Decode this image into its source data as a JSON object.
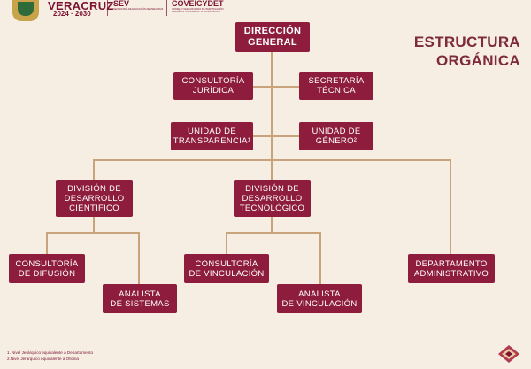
{
  "header": {
    "state_name": "VERACRUZ",
    "years": "2024 · 2030",
    "sev_name": "SEV",
    "sev_subtitle": "SECRETARÍA DE EDUCACIÓN DE VERACRUZ",
    "coveicydet_name": "COVEICYDET",
    "coveicydet_subtitle": "CONSEJO VERACRUZANO DE INVESTIGACIÓN CIENTÍFICA Y DESARROLLO TECNOLÓGICO"
  },
  "title": {
    "line1": "ESTRUCTURA",
    "line2": "ORGÁNICA"
  },
  "nodes": {
    "direccion_general": [
      "DIRECCIÓN",
      "GENERAL"
    ],
    "consultoria_juridica": [
      "CONSULTORÍA",
      "JURÍDICA"
    ],
    "secretaria_tecnica": [
      "SECRETARÍA",
      "TÉCNICA"
    ],
    "unidad_transparencia": [
      "UNIDAD DE",
      "TRANSPARENCIA¹"
    ],
    "unidad_genero": [
      "UNIDAD DE",
      "GÉNERO²"
    ],
    "division_cientifico": [
      "DIVISIÓN DE",
      "DESARROLLO",
      "CIENTÍFICO"
    ],
    "division_tecnologico": [
      "DIVISIÓN DE",
      "DESARROLLO",
      "TECNOLÓGICO"
    ],
    "consultoria_difusion": [
      "CONSULTORÍA",
      "DE DIFUSIÓN"
    ],
    "analista_sistemas": [
      "ANALISTA",
      "DE SISTEMAS"
    ],
    "consultoria_vinculacion": [
      "CONSULTORÍA",
      "DE VINCULACIÓN"
    ],
    "analista_vinculacion": [
      "ANALISTA",
      "DE VINCULACIÓN"
    ],
    "departamento_administrativo": [
      "DEPARTAMENTO",
      "ADMINISTRATIVO"
    ]
  },
  "footnotes": [
    "1. Nivel Jerárquico equivalente a Departamento",
    "2.Nivel Jerárquico equivalente a Oficina"
  ],
  "colors": {
    "background": "#f6ede3",
    "node_fill": "#8d1c3d",
    "connector": "#c9a47a",
    "title": "#7d2a3a"
  }
}
